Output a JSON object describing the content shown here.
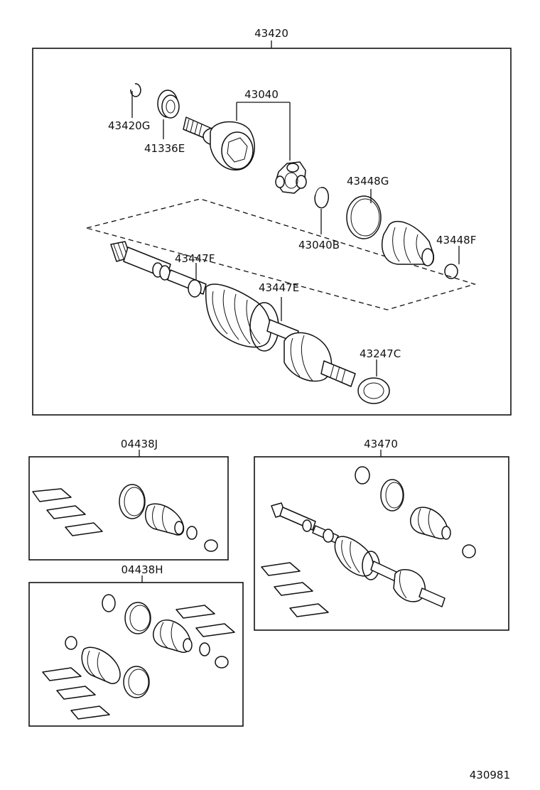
{
  "diagram_number": "430981",
  "main_assembly": {
    "label": "43420",
    "parts": {
      "snap_ring": "43420G",
      "dust_seal": "41336E",
      "outboard_joint": "43040",
      "circlip": "43040B",
      "clamp_large": "43448G",
      "clamp_small": "43448F",
      "clamp_shaft": "43447F",
      "boot_clamp": "43447E",
      "dust_deflector": "43247C"
    }
  },
  "kit_j": {
    "label": "04438J"
  },
  "kit_h": {
    "label": "04438H"
  },
  "alt_assembly": {
    "label": "43470"
  }
}
